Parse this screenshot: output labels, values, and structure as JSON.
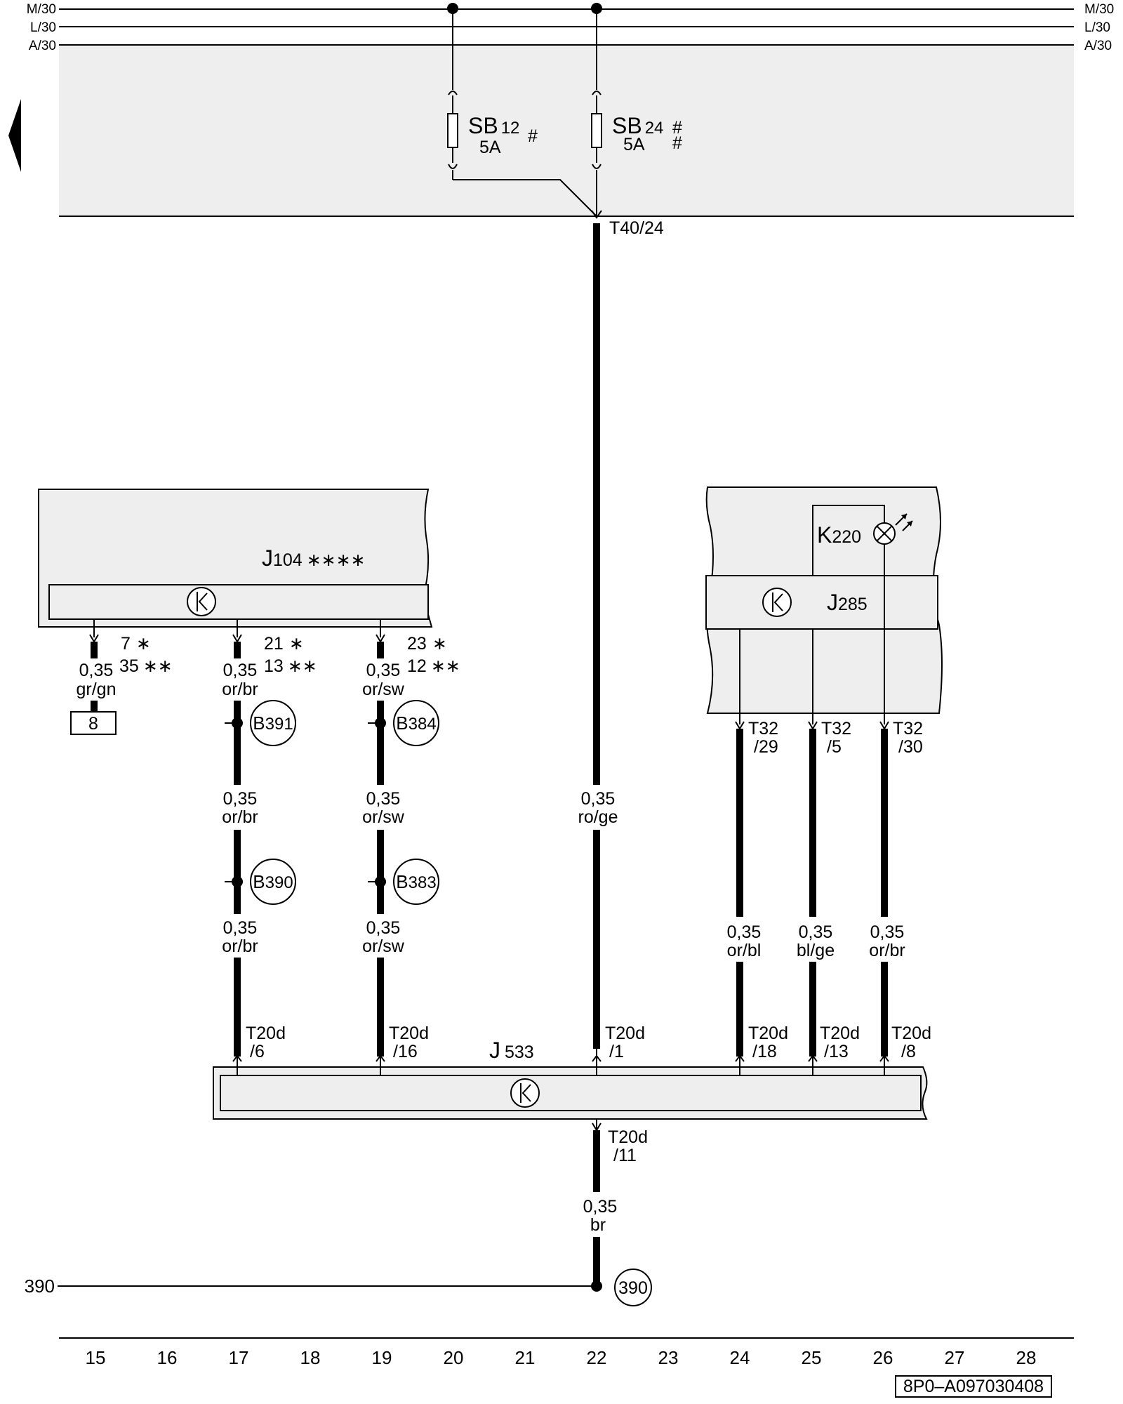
{
  "rails": {
    "left": [
      "M/30",
      "L/30",
      "A/30"
    ],
    "right": [
      "M/30",
      "L/30",
      "A/30"
    ]
  },
  "fuses": [
    {
      "main": "SB",
      "num": "12",
      "rating": "5A",
      "marks": [
        "#"
      ]
    },
    {
      "main": "SB",
      "num": "24",
      "rating": "5A",
      "marks": [
        "#",
        "#"
      ]
    }
  ],
  "connector_top": "T40/24",
  "j104": {
    "main": "J",
    "num": "104",
    "stars": "∗∗∗∗"
  },
  "j104_pins": [
    {
      "a": "7",
      "a_star": "∗",
      "b": "35",
      "b_star": "∗∗",
      "wire": "0,35",
      "color": "gr/gn"
    },
    {
      "a": "21",
      "a_star": "∗",
      "b": "13",
      "b_star": "∗∗",
      "wire": "0,35",
      "color": "or/br"
    },
    {
      "a": "23",
      "a_star": "∗",
      "b": "12",
      "b_star": "∗∗",
      "wire": "0,35",
      "color": "or/sw"
    }
  ],
  "ref_box": "8",
  "connectors": [
    {
      "main": "B",
      "num": "391"
    },
    {
      "main": "B",
      "num": "384"
    },
    {
      "main": "B",
      "num": "390"
    },
    {
      "main": "B",
      "num": "383"
    }
  ],
  "wire_labels": {
    "c17_mid": {
      "size": "0,35",
      "color": "or/br"
    },
    "c19_mid": {
      "size": "0,35",
      "color": "or/sw"
    },
    "c17_low": {
      "size": "0,35",
      "color": "or/br"
    },
    "c19_low": {
      "size": "0,35",
      "color": "or/sw"
    },
    "c22_mid": {
      "size": "0,35",
      "color": "ro/ge"
    },
    "c24": {
      "size": "0,35",
      "color": "or/bl"
    },
    "c25": {
      "size": "0,35",
      "color": "bl/ge"
    },
    "c26": {
      "size": "0,35",
      "color": "or/br"
    },
    "c22_low": {
      "size": "0,35",
      "color": "br"
    }
  },
  "j285": {
    "main": "J",
    "num": "285"
  },
  "k220": {
    "main": "K",
    "num": "220"
  },
  "j285_pins": [
    {
      "a": "T32",
      "b": "/29"
    },
    {
      "a": "T32",
      "b": "/5"
    },
    {
      "a": "T32",
      "b": "/30"
    }
  ],
  "j533": {
    "main": "J",
    "num": "533"
  },
  "j533_pins": [
    {
      "a": "T20d",
      "b": "/6"
    },
    {
      "a": "T20d",
      "b": "/16"
    },
    {
      "a": "T20d",
      "b": "/1"
    },
    {
      "a": "T20d",
      "b": "/18"
    },
    {
      "a": "T20d",
      "b": "/13"
    },
    {
      "a": "T20d",
      "b": "/8"
    }
  ],
  "j533_bottom_pin": {
    "a": "T20d",
    "b": "/11"
  },
  "ground": {
    "left_label": "390",
    "circle_label": "390"
  },
  "columns": [
    "15",
    "16",
    "17",
    "18",
    "19",
    "20",
    "21",
    "22",
    "23",
    "24",
    "25",
    "26",
    "27",
    "28"
  ],
  "doc_id": "8P0–A097030408"
}
